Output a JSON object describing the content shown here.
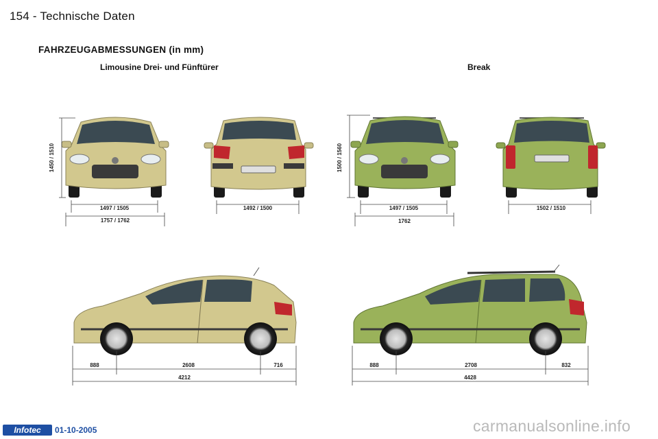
{
  "header": {
    "page": "154",
    "separator": "-",
    "title": "Technische Daten"
  },
  "section_title": "FAHRZEUGABMESSUNGEN (in mm)",
  "labels": {
    "limousine": "Limousine Drei- und Fünftürer",
    "break": "Break"
  },
  "dimensions": {
    "limo_front": {
      "height": "1450 / 1510",
      "track": "1497 / 1505",
      "width": "1757 / 1762"
    },
    "limo_rear": {
      "track": "1492 / 1500"
    },
    "break_front": {
      "height": "1500 / 1560",
      "track": "1497 / 1505",
      "width": "1762"
    },
    "break_rear": {
      "track": "1502 / 1510"
    },
    "limo_side": {
      "front_overhang": "888",
      "wheelbase": "2608",
      "rear_overhang": "716",
      "length": "4212"
    },
    "break_side": {
      "front_overhang": "888",
      "wheelbase": "2708",
      "rear_overhang": "832",
      "length": "4428"
    }
  },
  "colors": {
    "limo_body": "#d2c88e",
    "break_body": "#9ab25a",
    "brand_blue": "#1e4fa3",
    "watermark": "#b9b9b9"
  },
  "footer": {
    "brand": "Infotec",
    "date": "01-10-2005"
  },
  "watermark": "carmanualsonline.info"
}
